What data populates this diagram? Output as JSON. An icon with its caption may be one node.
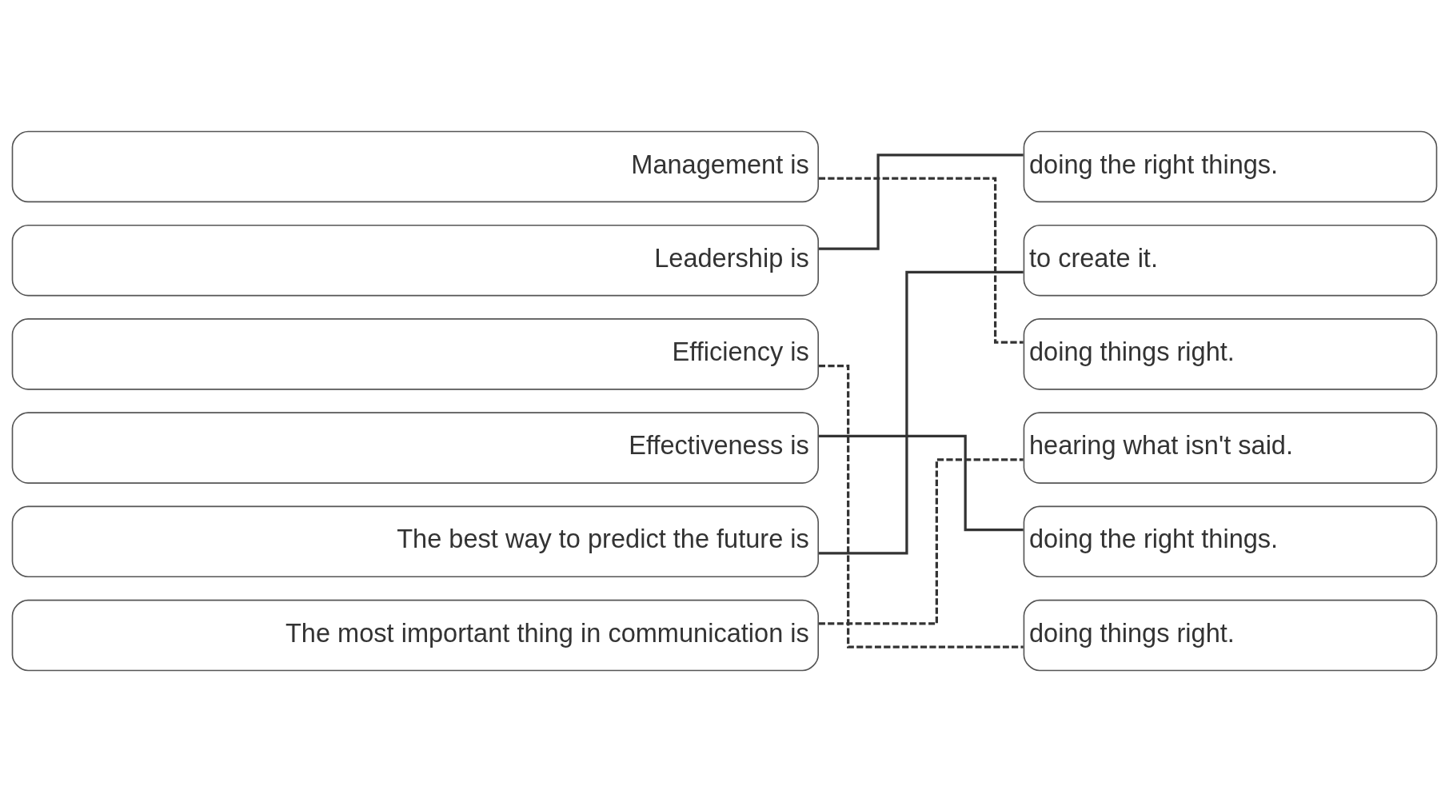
{
  "diagram": {
    "nodes": [
      {
        "text": [
          "Management is"
        ]
      },
      {
        "text": [
          "Leadership is"
        ]
      },
      {
        "text": [
          "Efficiency is"
        ]
      },
      {
        "text": [
          "Effectiveness is"
        ]
      },
      {
        "text": [
          "The best way to predict the future is"
        ]
      },
      {
        "text": [
          "The most important thing in communication is"
        ]
      },
      {
        "text": [
          "doing the right things."
        ]
      },
      {
        "text": [
          "to create it."
        ]
      },
      {
        "text": [
          "doing things right."
        ]
      },
      {
        "text": [
          "hearing what isn't said."
        ]
      },
      {
        "text": [
          "doing the right things."
        ]
      },
      {
        "text": [
          "doing things right."
        ]
      }
    ],
    "edges": [
      {
        "from": 0,
        "to": 8,
        "arrow": "none",
        "style": "dashed"
      },
      {
        "from": 1,
        "to": 6,
        "arrow": "none"
      },
      {
        "from": 2,
        "to": 11,
        "arrow": "none",
        "style": "dashed"
      },
      {
        "from": 3,
        "to": 10,
        "arrow": "none"
      },
      {
        "from": 4,
        "to": 7,
        "arrow": "none"
      },
      {
        "from": 5,
        "to": 9,
        "arrow": "none",
        "style": "dashed"
      }
    ]
  }
}
